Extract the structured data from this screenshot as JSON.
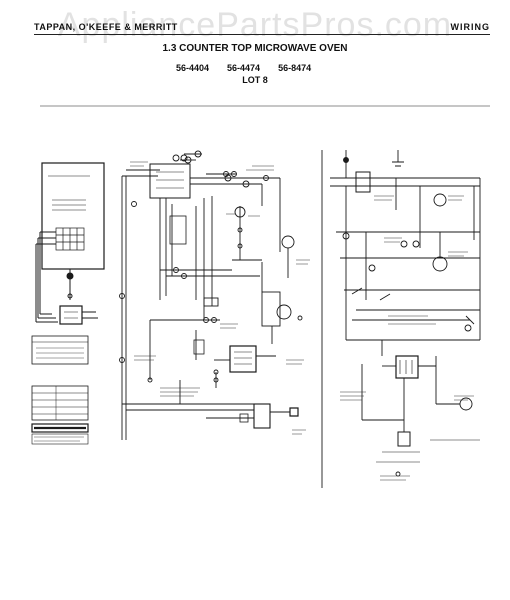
{
  "header": {
    "brand": "TAPPAN, O'KEEFE & MERRITT",
    "section": "WIRING"
  },
  "title": "1.3 COUNTER TOP MICROWAVE OVEN",
  "models": [
    "56-4404",
    "56-4474",
    "56-8474"
  ],
  "lot": "LOT 8",
  "watermark": "AppliancePartsPros.com",
  "colors": {
    "ink": "#1a1a1a",
    "paper": "#ffffff",
    "watermark": "#969696"
  }
}
